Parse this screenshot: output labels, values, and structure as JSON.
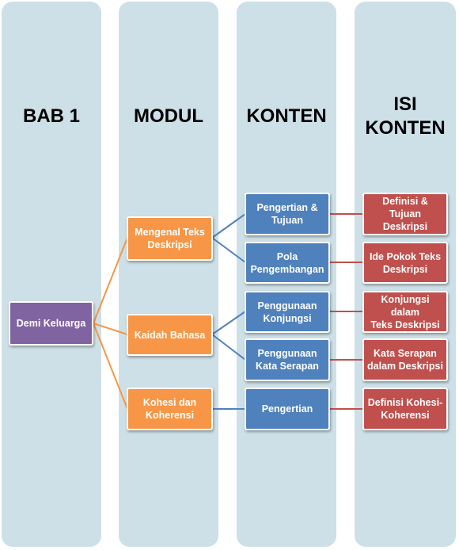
{
  "columns": [
    {
      "id": "bab",
      "title": "BAB 1"
    },
    {
      "id": "modul",
      "title": "MODUL"
    },
    {
      "id": "konten",
      "title": "KONTEN"
    },
    {
      "id": "isi",
      "title": "ISI\nKONTEN"
    }
  ],
  "colors": {
    "column_bg": "#cde0e7",
    "root": "#8064a2",
    "modul": "#f79646",
    "konten": "#4f81bd",
    "isi": "#c0504d",
    "line_orange": "#f79646",
    "line_blue": "#4f81bd",
    "line_red": "#c0504d"
  },
  "nodes": {
    "root": "Demi Keluarga",
    "modul_1": "Mengenal Teks\nDeskripsi",
    "modul_2": "Kaidah Bahasa",
    "modul_3": "Kohesi dan\nKoherensi",
    "konten_1": "Pengertian &\nTujuan",
    "konten_2": "Pola\nPengembangan",
    "konten_3": "Penggunaan\nKonjungsi",
    "konten_4": "Penggunaan\nKata Serapan",
    "konten_5": "Pengertian",
    "isi_1": "Definisi &\nTujuan Deskripsi",
    "isi_2": "Ide Pokok Teks\nDeskripsi",
    "isi_3": "Konjungsi dalam\nTeks Deskripsi",
    "isi_4": "Kata Serapan\ndalam Deskripsi",
    "isi_5": "Definisi Kohesi-\nKoherensi"
  }
}
